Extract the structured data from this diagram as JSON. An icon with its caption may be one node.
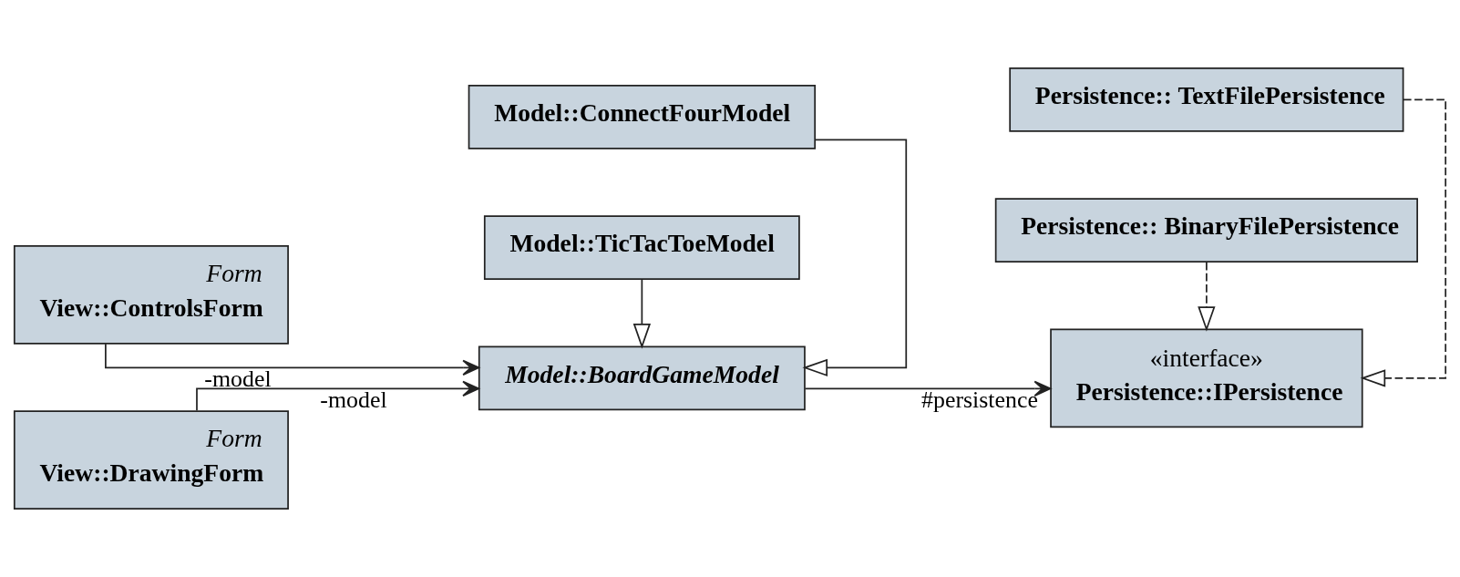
{
  "diagram": {
    "nodes": [
      {
        "text": [
          "Form",
          "View::ControlsForm"
        ]
      },
      {
        "text": [
          "Form",
          "View::DrawingForm"
        ]
      },
      {
        "text": [
          "Model::ConnectFourModel"
        ]
      },
      {
        "text": [
          "Model::BoardGameModel"
        ]
      },
      {
        "text": [
          "Model::TicTacToeModel"
        ]
      },
      {
        "text": [
          "Persistence:: TextFilePersistence"
        ]
      },
      {
        "text": [
          "«interface»",
          "Persistence::IPersistence"
        ]
      },
      {
        "text": [
          "Persistence:: BinaryFilePersistence"
        ]
      }
    ],
    "edges": [
      {
        "from": 0,
        "to": 3,
        "arrow": "to",
        "label": "-model"
      },
      {
        "from": 1,
        "to": 3,
        "arrow": "to",
        "label": "-model"
      },
      {
        "from": 2,
        "to": 3,
        "arrow": "to"
      },
      {
        "from": 4,
        "to": 3,
        "arrow": "to"
      },
      {
        "from": 3,
        "to": 6,
        "arrow": "to",
        "label": "#persistence"
      },
      {
        "from": 5,
        "to": 6,
        "arrow": "to",
        "style": "dashed"
      },
      {
        "from": 7,
        "to": 6,
        "arrow": "to",
        "style": "dashed"
      }
    ]
  }
}
